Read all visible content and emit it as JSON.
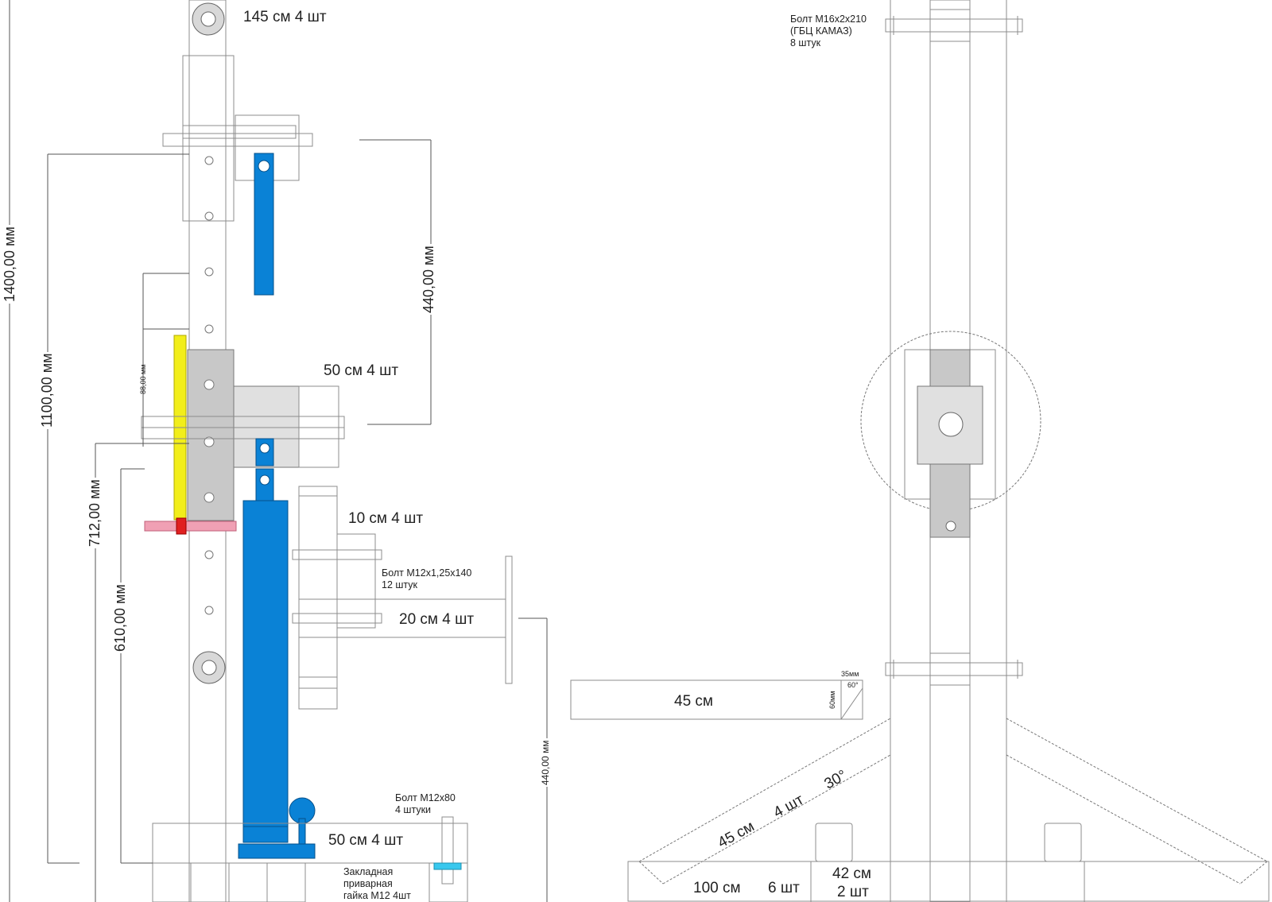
{
  "left_view": {
    "top_pin_label": "145 см    4 шт",
    "bracket_label": "50 см   4 шт",
    "spacer_label": "10 см  4 шт",
    "bolt_side_label": "Болт M12x1,25x140",
    "bolt_side_qty": "12 штук",
    "arm_label": "20 см 4 шт",
    "base_bolt_label": "Болт M12x80",
    "base_bolt_qty": "4 штуки",
    "base_label": "50 см     4 шт",
    "nut_line1": "Закладная",
    "nut_line2": "приварная",
    "nut_line3": "гайка M12  4шт",
    "dim_overall": "1400,00 мм",
    "dim_1100": "1100,00 мм",
    "dim_712": "712,00 мм",
    "dim_610": "610,00 мм",
    "dim_440_top": "440,00 мм",
    "dim_440_bottom": "440,00 мм",
    "dim_88": "88,00 мм"
  },
  "right_view": {
    "bolt_label_1": "Болт М16х2х210",
    "bolt_label_2": "(ГБЦ КАМАЗ)",
    "bolt_label_3": "8 штук",
    "plate_label": "45 см",
    "plate_dim_35": "35мм",
    "plate_dim_60": "60мм",
    "plate_angle": "60°",
    "strut_len": "45 см",
    "strut_qty": "4 шт",
    "strut_angle": "30°",
    "base_beam_len": "100 см",
    "base_beam_qty": "6 шт",
    "cross_beam_len": "42 см",
    "cross_beam_qty": "2 шт"
  },
  "colors": {
    "jack_blue": "#0a82d6",
    "yellow_bar": "#f2ee1a",
    "pink_bolt": "#f0a0b4",
    "red_nut": "#e02020",
    "nut_cyan": "#38c8ee",
    "plate_grey": "#c8c8c8",
    "line_grey": "#8c8c8c"
  }
}
